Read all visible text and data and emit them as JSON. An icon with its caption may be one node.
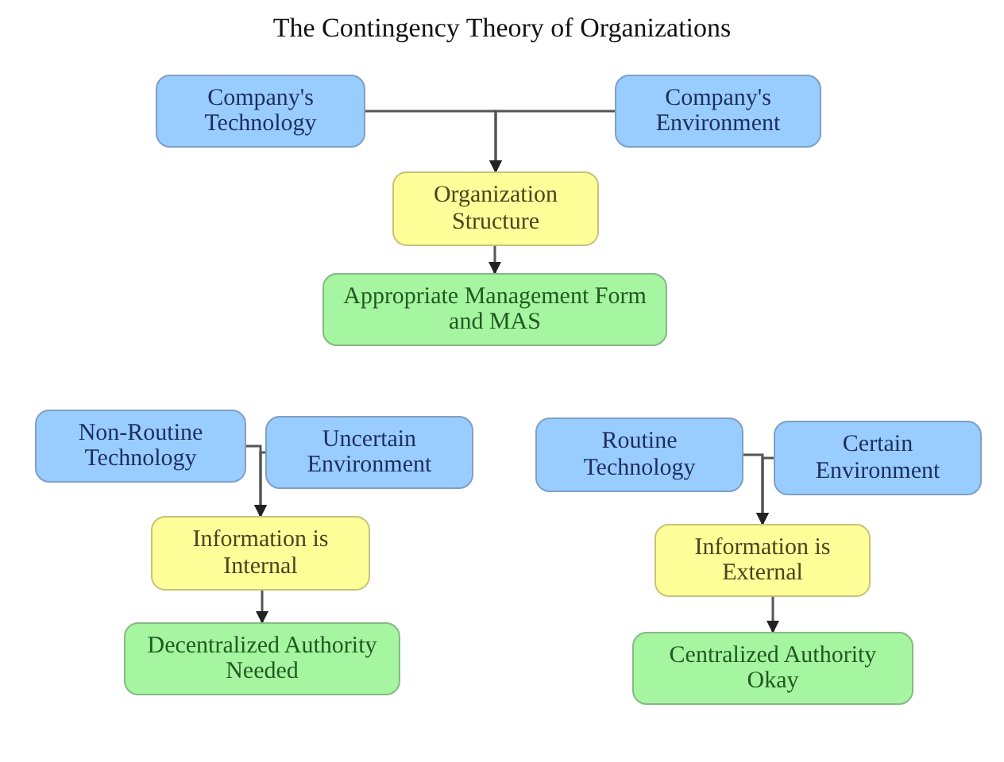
{
  "diagram": {
    "title": "The Contingency Theory of Organizations",
    "nodes": [
      {
        "text": [
          "Company's Technology"
        ]
      },
      {
        "text": [
          "Company's Environment"
        ]
      },
      {
        "text": [
          "Organization Structure"
        ]
      },
      {
        "text": [
          "Appropriate Management Form and MAS"
        ]
      },
      {
        "text": [
          "Non-Routine Technology"
        ]
      },
      {
        "text": [
          "Uncertain Environment"
        ]
      },
      {
        "text": [
          "Information is Internal"
        ]
      },
      {
        "text": [
          "Decentralized Authority Needed"
        ]
      },
      {
        "text": [
          "Routine Technology"
        ]
      },
      {
        "text": [
          "Certain Environment"
        ]
      },
      {
        "text": [
          "Information is External"
        ]
      },
      {
        "text": [
          "Centralized Authority Okay"
        ]
      }
    ],
    "edges": [
      {
        "from": 0,
        "to": 2,
        "arrow": "to"
      },
      {
        "from": 1,
        "to": 2,
        "arrow": "to"
      },
      {
        "from": 2,
        "to": 3,
        "arrow": "to"
      },
      {
        "from": 4,
        "to": 6,
        "arrow": "to"
      },
      {
        "from": 5,
        "to": 6,
        "arrow": "to"
      },
      {
        "from": 6,
        "to": 7,
        "arrow": "to"
      },
      {
        "from": 8,
        "to": 10,
        "arrow": "to"
      },
      {
        "from": 9,
        "to": 10,
        "arrow": "to"
      },
      {
        "from": 10,
        "to": 11,
        "arrow": "to"
      }
    ]
  }
}
